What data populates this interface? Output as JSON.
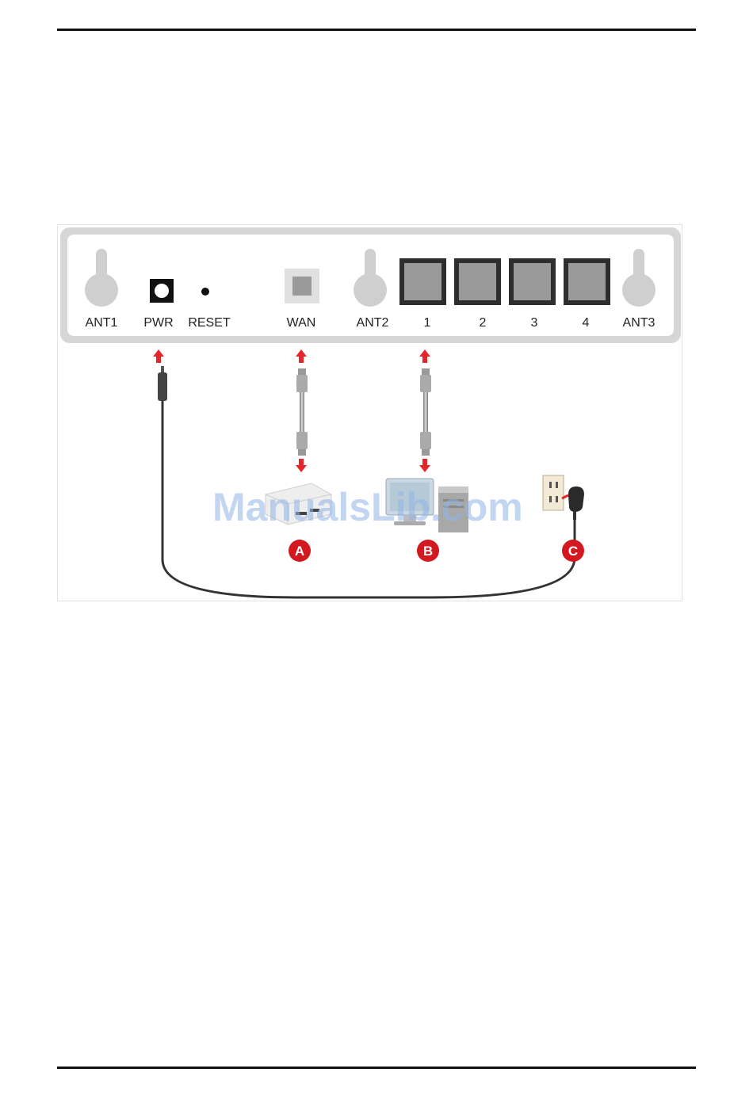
{
  "panel": {
    "ports": {
      "ant1": "ANT1",
      "pwr": "PWR",
      "reset": "RESET",
      "wan": "WAN",
      "ant2": "ANT2",
      "lan1": "1",
      "lan2": "2",
      "lan3": "3",
      "lan4": "4",
      "ant3": "ANT3"
    }
  },
  "devices": {
    "a": "A",
    "b": "B",
    "c": "C"
  },
  "watermark": "ManualsLib.com",
  "colors": {
    "panel": "#d6d6d6",
    "port_grey": "#9a9a9a",
    "port_border": "#2e2e2e",
    "arrow_red": "#e3262b",
    "badge_red": "#d4181f",
    "cable": "#333333"
  }
}
